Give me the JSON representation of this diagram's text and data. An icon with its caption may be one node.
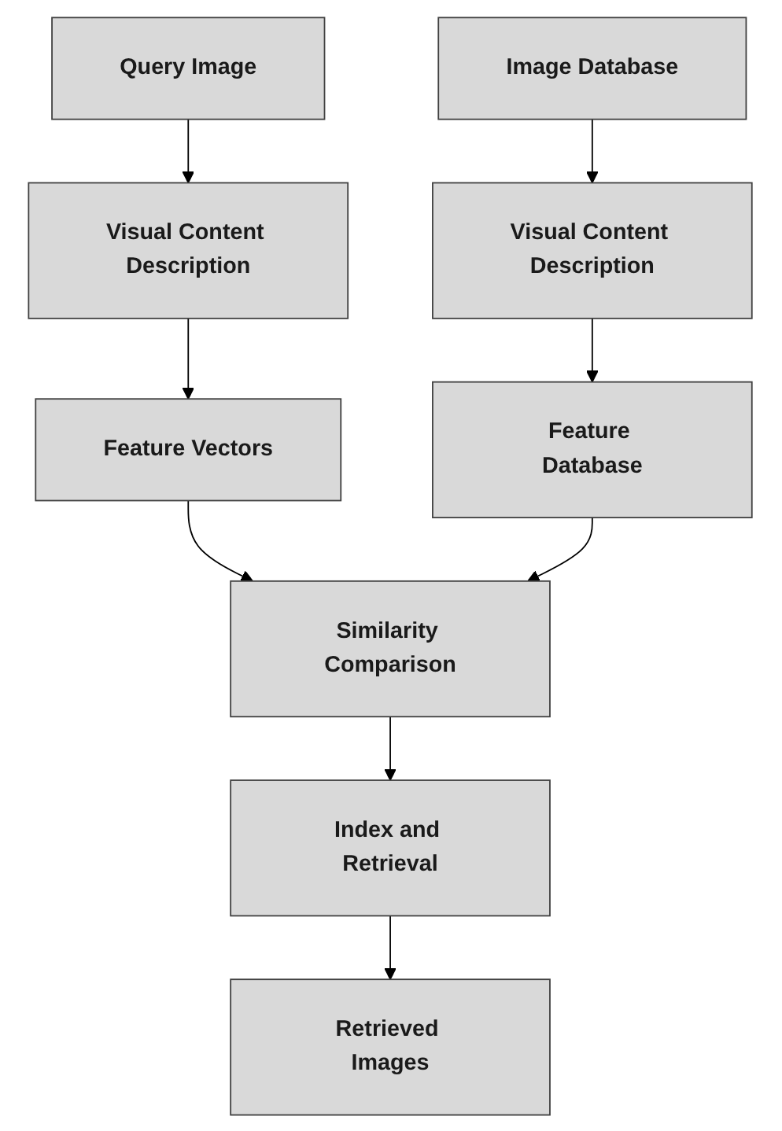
{
  "diagram": {
    "nodes": [
      {
        "text": [
          "Query Image"
        ]
      },
      {
        "text": [
          "Image Database"
        ]
      },
      {
        "text": [
          "Visual Content Description"
        ]
      },
      {
        "text": [
          "Visual Content Description"
        ]
      },
      {
        "text": [
          "Feature Vectors"
        ]
      },
      {
        "text": [
          "Feature Database"
        ]
      },
      {
        "text": [
          "Similarity Comparison"
        ]
      },
      {
        "text": [
          "Index and Retrieval"
        ]
      },
      {
        "text": [
          "Retrieved Images"
        ]
      }
    ],
    "edges": [
      {
        "from": 0,
        "to": 2,
        "arrow": "to"
      },
      {
        "from": 1,
        "to": 3,
        "arrow": "to"
      },
      {
        "from": 2,
        "to": 4,
        "arrow": "to"
      },
      {
        "from": 3,
        "to": 5,
        "arrow": "to"
      },
      {
        "from": 4,
        "to": 6,
        "arrow": "to"
      },
      {
        "from": 5,
        "to": 6,
        "arrow": "to"
      },
      {
        "from": 6,
        "to": 7,
        "arrow": "to"
      },
      {
        "from": 7,
        "to": 8,
        "arrow": "to"
      }
    ]
  }
}
